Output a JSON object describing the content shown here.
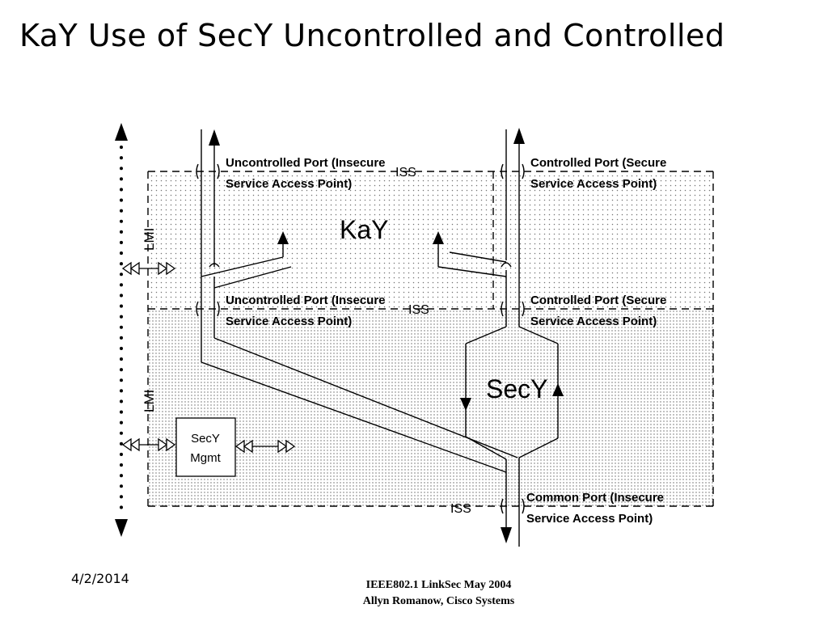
{
  "title": "KaY Use of SecY Uncontrolled and Controlled",
  "diagram": {
    "kay": {
      "label": "KaY",
      "uncontrolled_port": [
        "Uncontrolled Port (Insecure",
        "Service Access Point)"
      ],
      "controlled_port": [
        "Controlled Port (Secure",
        "Service Access Point)"
      ],
      "iss": "ISS",
      "lmi": "LMI"
    },
    "secy": {
      "label": "SecY",
      "uncontrolled_port": [
        "Uncontrolled Port (Insecure",
        "Service Access Point)"
      ],
      "controlled_port": [
        "Controlled Port (Secure",
        "Service Access Point)"
      ],
      "iss": "ISS",
      "lmi": "LMI",
      "mgmt_box": [
        "SecY",
        "Mgmt"
      ]
    },
    "common_port": [
      "Common Port (Insecure",
      "Service Access Point)"
    ],
    "bottom_iss": "ISS"
  },
  "footer": {
    "date": "4/2/2014",
    "line1": "IEEE802.1 LinkSec May 2004",
    "line2": "Allyn Romanow, Cisco Systems"
  }
}
